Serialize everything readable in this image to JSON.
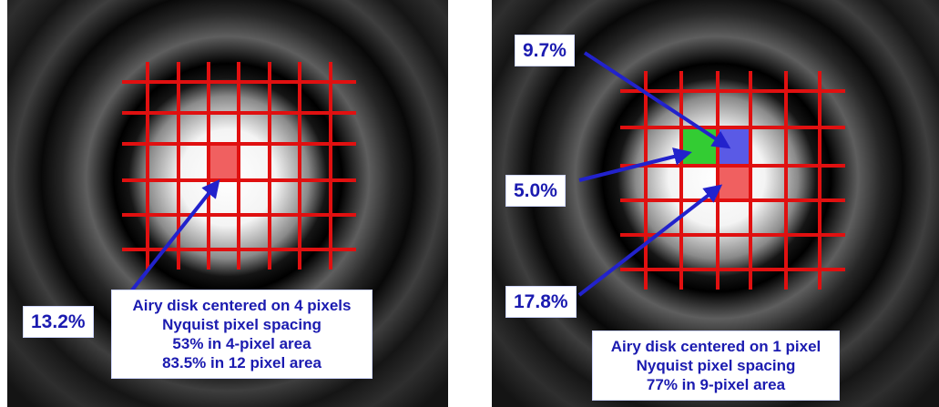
{
  "colors": {
    "grid": "#e01010",
    "arrow": "#2222cc",
    "label_text": "#1b1bb0",
    "cell_red": "#f06060",
    "cell_green": "#33cc33",
    "cell_blue": "#5a5ae6"
  },
  "left_panel": {
    "label": "13.2%",
    "caption": [
      "Airy disk centered on 4 pixels",
      "Nyquist pixel spacing",
      "53% in 4-pixel area",
      "83.5% in 12 pixel area"
    ]
  },
  "right_panel": {
    "labels": [
      "9.7%",
      "5.0%",
      "17.8%"
    ],
    "caption": [
      "Airy disk centered on 1 pixel",
      "Nyquist pixel spacing",
      "77% in 9-pixel area"
    ]
  }
}
